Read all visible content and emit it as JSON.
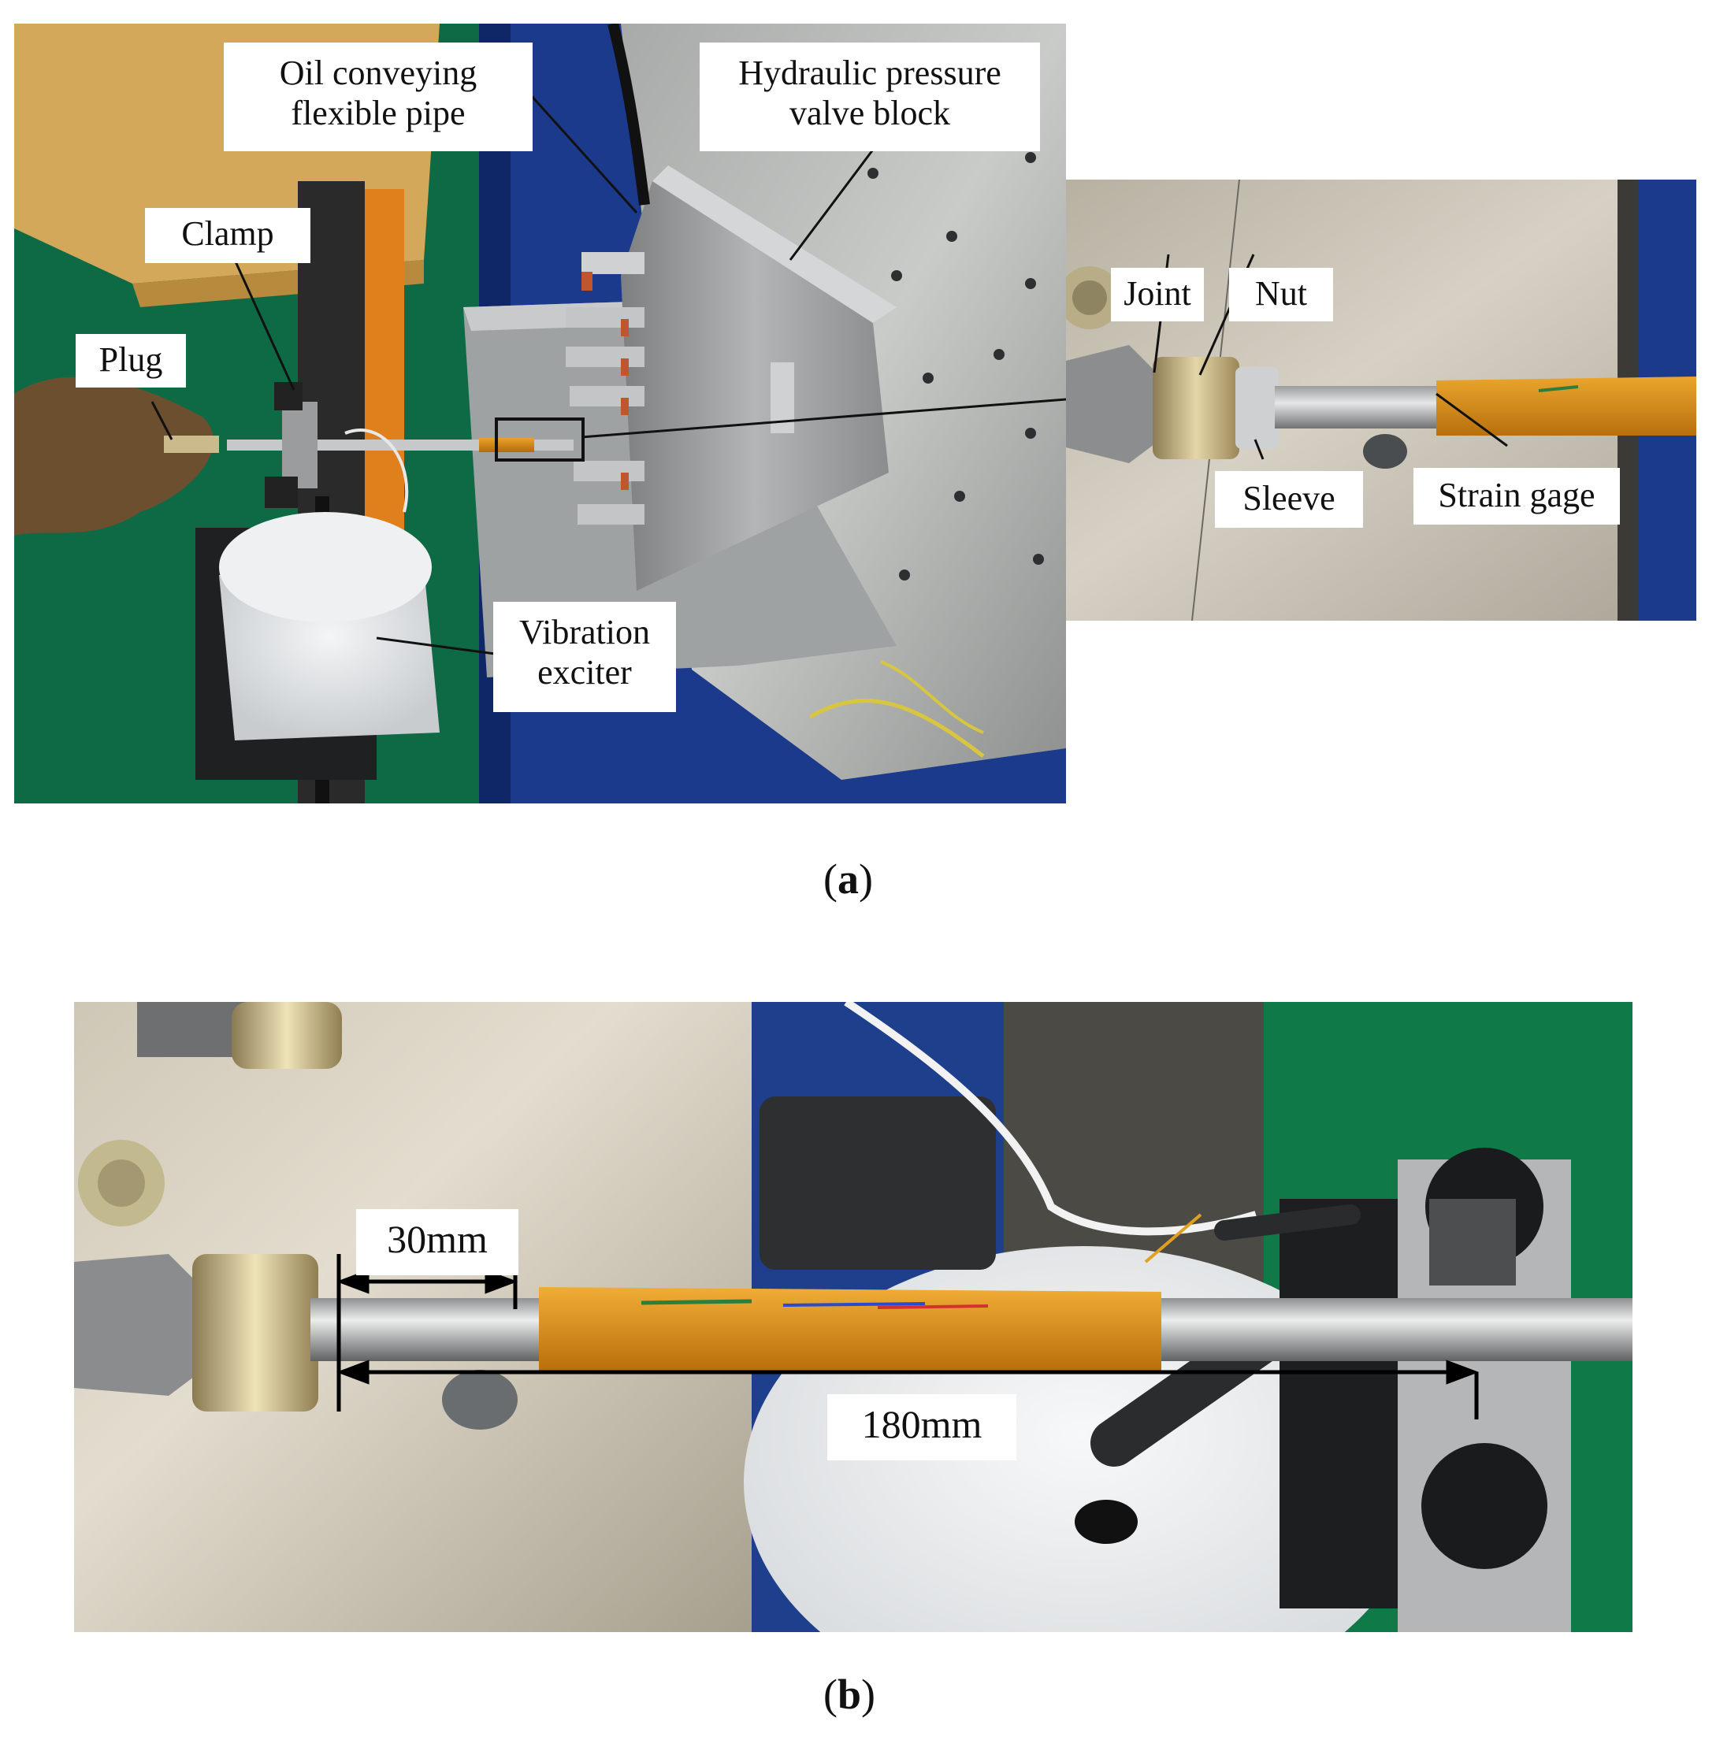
{
  "figure": {
    "panel_a": {
      "caption_letter": "a",
      "labels": {
        "oil_pipe": "Oil conveying\nflexible pipe",
        "valve_block": "Hydraulic pressure\nvalve block",
        "clamp": "Clamp",
        "plug": "Plug",
        "vibration_exciter": "Vibration\nexciter",
        "joint": "Joint",
        "nut": "Nut",
        "sleeve": "Sleeve",
        "strain_gage": "Strain gage"
      }
    },
    "panel_b": {
      "caption_letter": "b",
      "labels": {
        "dim_30": "30mm",
        "dim_180": "180mm"
      }
    }
  },
  "colors": {
    "floor_green": "#0e6a45",
    "base_blue": "#1b3a8c",
    "steel": "#b9bcbf",
    "kapton_tape": "#d58a14",
    "exciter_white": "#e4e8ea"
  }
}
